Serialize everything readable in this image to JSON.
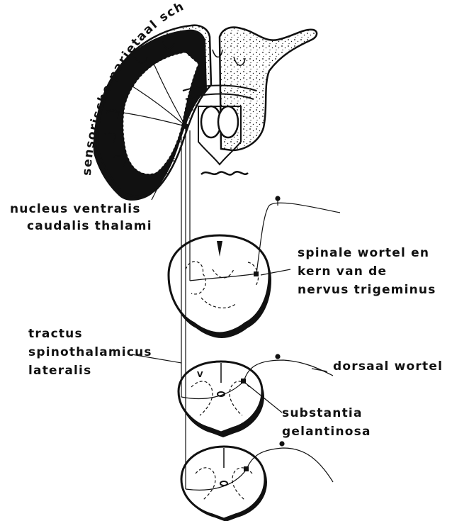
{
  "diagram": {
    "cortex_label": "sensorische parietaal schors",
    "thalamus_label_line1": "nucleus ventralis",
    "thalamus_label_line2": "caudalis thalami",
    "trigeminus_label_line1": "spinale wortel en",
    "trigeminus_label_line2": "kern van de",
    "trigeminus_label_line3": "nervus trigeminus",
    "tract_label_line1": "tractus",
    "tract_label_line2": "spinothalamicus",
    "tract_label_line3": "lateralis",
    "dorsal_root_label": "dorsaal wortel",
    "substantia_label_line1": "substantia",
    "substantia_label_line2": "gelantinosa",
    "segment_marker": "V",
    "colors": {
      "ink": "#111111",
      "background": "#ffffff"
    }
  }
}
